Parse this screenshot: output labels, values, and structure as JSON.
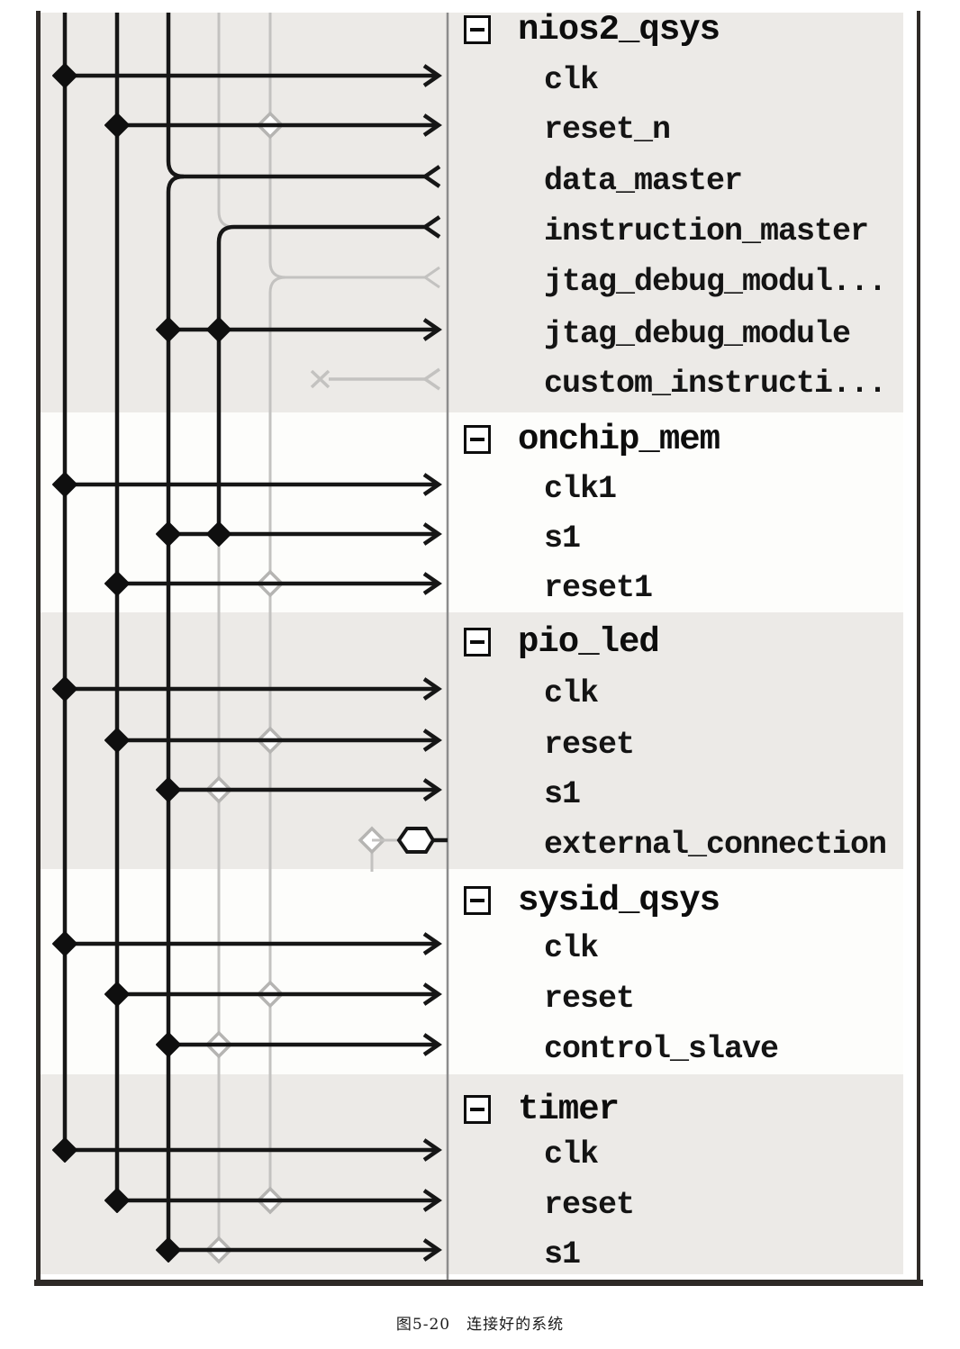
{
  "panel": {
    "modules": [
      {
        "name": "nios2_qsys",
        "ports": [
          {
            "name": "clk",
            "markers": [
              "junction-dot"
            ],
            "arrow": "into-module"
          },
          {
            "name": "reset_n",
            "markers": [
              "junction-dot",
              "hollow-diamond"
            ],
            "arrow": "into-module"
          },
          {
            "name": "data_master",
            "markers": [
              "branch-fork"
            ],
            "arrow": "out-of-module"
          },
          {
            "name": "instruction_master",
            "markers": [
              "branch-fork"
            ],
            "arrow": "out-of-module"
          },
          {
            "name": "jtag_debug_modul...",
            "markers": [
              "branch-fork-gray"
            ],
            "arrow": "out-of-module-gray"
          },
          {
            "name": "jtag_debug_module",
            "markers": [
              "junction-dot",
              "junction-dot"
            ],
            "arrow": "into-module"
          },
          {
            "name": "custom_instructi...",
            "markers": [
              "cross-mark-gray"
            ],
            "arrow": "out-of-module-gray"
          }
        ]
      },
      {
        "name": "onchip_mem",
        "ports": [
          {
            "name": "clk1",
            "markers": [
              "junction-dot"
            ],
            "arrow": "into-module"
          },
          {
            "name": "s1",
            "markers": [
              "junction-dot",
              "junction-dot"
            ],
            "arrow": "into-module"
          },
          {
            "name": "reset1",
            "markers": [
              "junction-dot",
              "hollow-diamond"
            ],
            "arrow": "into-module"
          }
        ]
      },
      {
        "name": "pio_led",
        "ports": [
          {
            "name": "clk",
            "markers": [
              "junction-dot"
            ],
            "arrow": "into-module"
          },
          {
            "name": "reset",
            "markers": [
              "junction-dot",
              "hollow-diamond"
            ],
            "arrow": "into-module"
          },
          {
            "name": "s1",
            "markers": [
              "junction-dot",
              "hollow-diamond"
            ],
            "arrow": "into-module"
          },
          {
            "name": "external_connection",
            "markers": [
              "hollow-diamond",
              "export-hexagon"
            ],
            "arrow": "exported"
          }
        ]
      },
      {
        "name": "sysid_qsys",
        "ports": [
          {
            "name": "clk",
            "markers": [
              "junction-dot"
            ],
            "arrow": "into-module"
          },
          {
            "name": "reset",
            "markers": [
              "junction-dot",
              "hollow-diamond"
            ],
            "arrow": "into-module"
          },
          {
            "name": "control_slave",
            "markers": [
              "junction-dot",
              "hollow-diamond"
            ],
            "arrow": "into-module"
          }
        ]
      },
      {
        "name": "timer",
        "ports": [
          {
            "name": "clk",
            "markers": [
              "junction-dot"
            ],
            "arrow": "into-module"
          },
          {
            "name": "reset",
            "markers": [
              "junction-dot",
              "hollow-diamond"
            ],
            "arrow": "into-module"
          },
          {
            "name": "s1",
            "markers": [
              "junction-dot",
              "hollow-diamond"
            ],
            "arrow": "into-module"
          }
        ]
      }
    ],
    "symbols": {
      "junction-dot": "filled black dot = made connection",
      "hollow-diamond": "gray hollow diamond = possible (unmade) connection",
      "export-hexagon": "hexagon = exported conduit connection",
      "cross-mark-gray": "x = unavailable connection point"
    }
  },
  "caption": "图5-20　连接好的系统",
  "colors": {
    "wire_black": "#161616",
    "wire_gray": "#c3c2c0",
    "diamond_gray": "#b5b4b2",
    "section_gray": "#eceae7",
    "section_white": "#fdfdfb",
    "border_dark": "#2e2a27",
    "separator_gray": "#8c8c8c"
  }
}
